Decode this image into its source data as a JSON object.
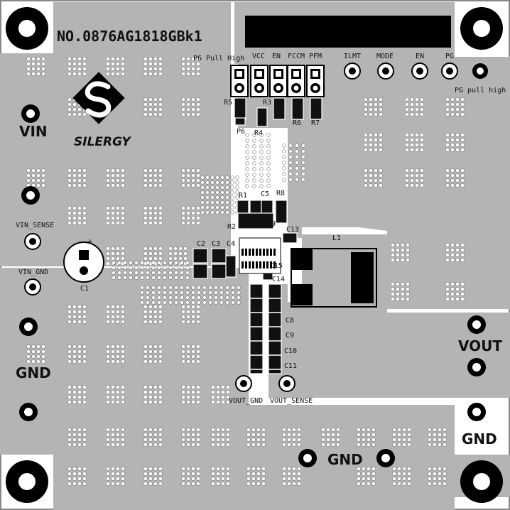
{
  "board": {
    "serial": "NO.0876AG1818GBk1",
    "logo_text": "SILERGY",
    "colors": {
      "copper": "#b4b4b4",
      "silk": "#111111",
      "mask": "#ffffff"
    }
  },
  "header_labels": [
    "P6 Pull High",
    "VCC",
    "EN",
    "FCCM",
    "PFM"
  ],
  "probe_labels": [
    "ILMT",
    "MODE",
    "EN",
    "PG"
  ],
  "pg_label": "PG pull high",
  "power_labels": {
    "vin": "VIN",
    "vin_sense": "VIN_SENSE",
    "vin_gnd": "VIN_GND",
    "gnd_left": "GND",
    "gnd_bottom": "GND",
    "gnd_right": "GND",
    "vout": "VOUT",
    "vout_gnd": "VOUT_GND",
    "vout_sense": "VOUT_SENSE"
  },
  "refdes": {
    "R1": "R1",
    "R2": "R2",
    "R3": "R3",
    "R4": "R4",
    "R5": "R5",
    "R6": "R6",
    "R7": "R7",
    "R8": "R8",
    "R9": "R9",
    "P6": "P6",
    "C1": "C1",
    "C2": "C2",
    "C3": "C3",
    "C4": "C4",
    "C5": "C5",
    "C8": "C8",
    "C9": "C9",
    "C10": "C10",
    "C11": "C11",
    "C13": "C13",
    "C14": "C14",
    "C15": "C15",
    "L1": "L1",
    "plus": "+"
  }
}
